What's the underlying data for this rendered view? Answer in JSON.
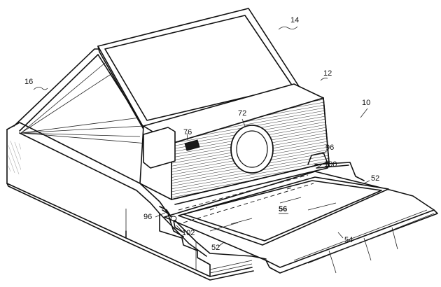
{
  "diagram": {
    "labels": [
      {
        "id": "ref-10",
        "text": "10"
      },
      {
        "id": "ref-12",
        "text": "12"
      },
      {
        "id": "ref-14",
        "text": "14"
      },
      {
        "id": "ref-16",
        "text": "16"
      },
      {
        "id": "ref-52a",
        "text": "52"
      },
      {
        "id": "ref-52b",
        "text": "52"
      },
      {
        "id": "ref-54",
        "text": "54"
      },
      {
        "id": "ref-56",
        "text": "56"
      },
      {
        "id": "ref-72",
        "text": "72"
      },
      {
        "id": "ref-76",
        "text": "76"
      },
      {
        "id": "ref-96a",
        "text": "96"
      },
      {
        "id": "ref-96b",
        "text": "96"
      },
      {
        "id": "ref-100",
        "text": "100"
      },
      {
        "id": "ref-102",
        "text": "102"
      }
    ]
  }
}
